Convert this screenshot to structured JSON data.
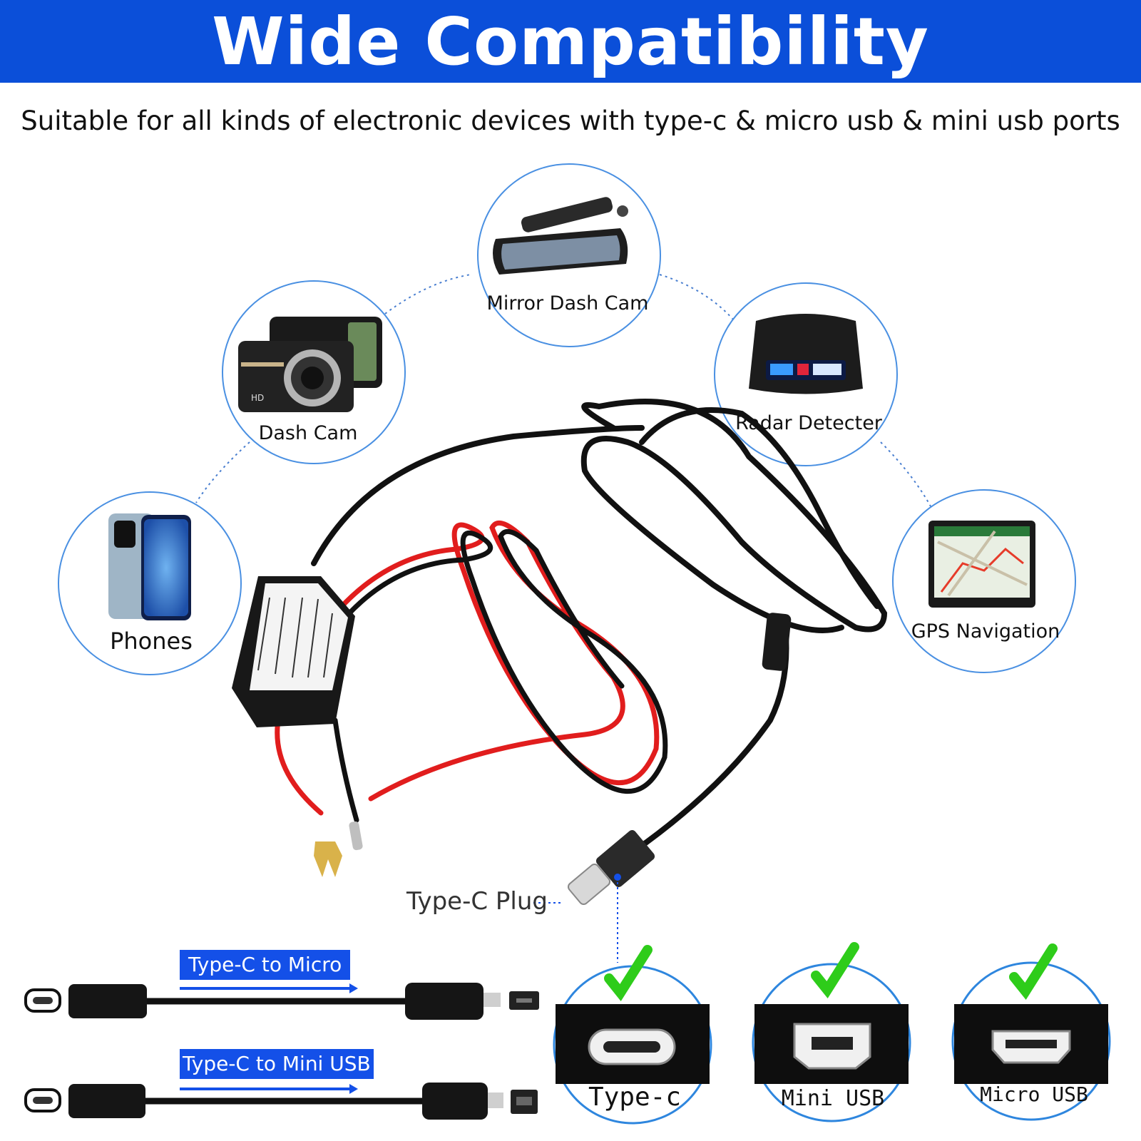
{
  "header": {
    "title": "Wide Compatibility"
  },
  "subtitle": "Suitable for all kinds of electronic devices with type-c  &  micro usb  &  mini usb ports",
  "devices": [
    {
      "label": "Mirror Dash Cam",
      "icon": "mirror-dash-cam-icon"
    },
    {
      "label": "Dash Cam",
      "icon": "dash-cam-icon"
    },
    {
      "label": "Radar Detecter",
      "icon": "radar-detector-icon"
    },
    {
      "label": "Phones",
      "icon": "phone-icon"
    },
    {
      "label": "GPS Navigation",
      "icon": "gps-navigation-icon"
    }
  ],
  "plug_label": "Type-C Plug",
  "adapters": [
    {
      "label": "Type-C to Micro"
    },
    {
      "label": "Type-C to Mini USB"
    }
  ],
  "ports": [
    {
      "label": "Type-c"
    },
    {
      "label": "Mini USB"
    },
    {
      "label": "Micro USB"
    }
  ],
  "colors": {
    "banner": "#0b4fd9",
    "accent": "#1450e8",
    "check": "#2ecc1a",
    "circle_border": "#4a90e2"
  }
}
